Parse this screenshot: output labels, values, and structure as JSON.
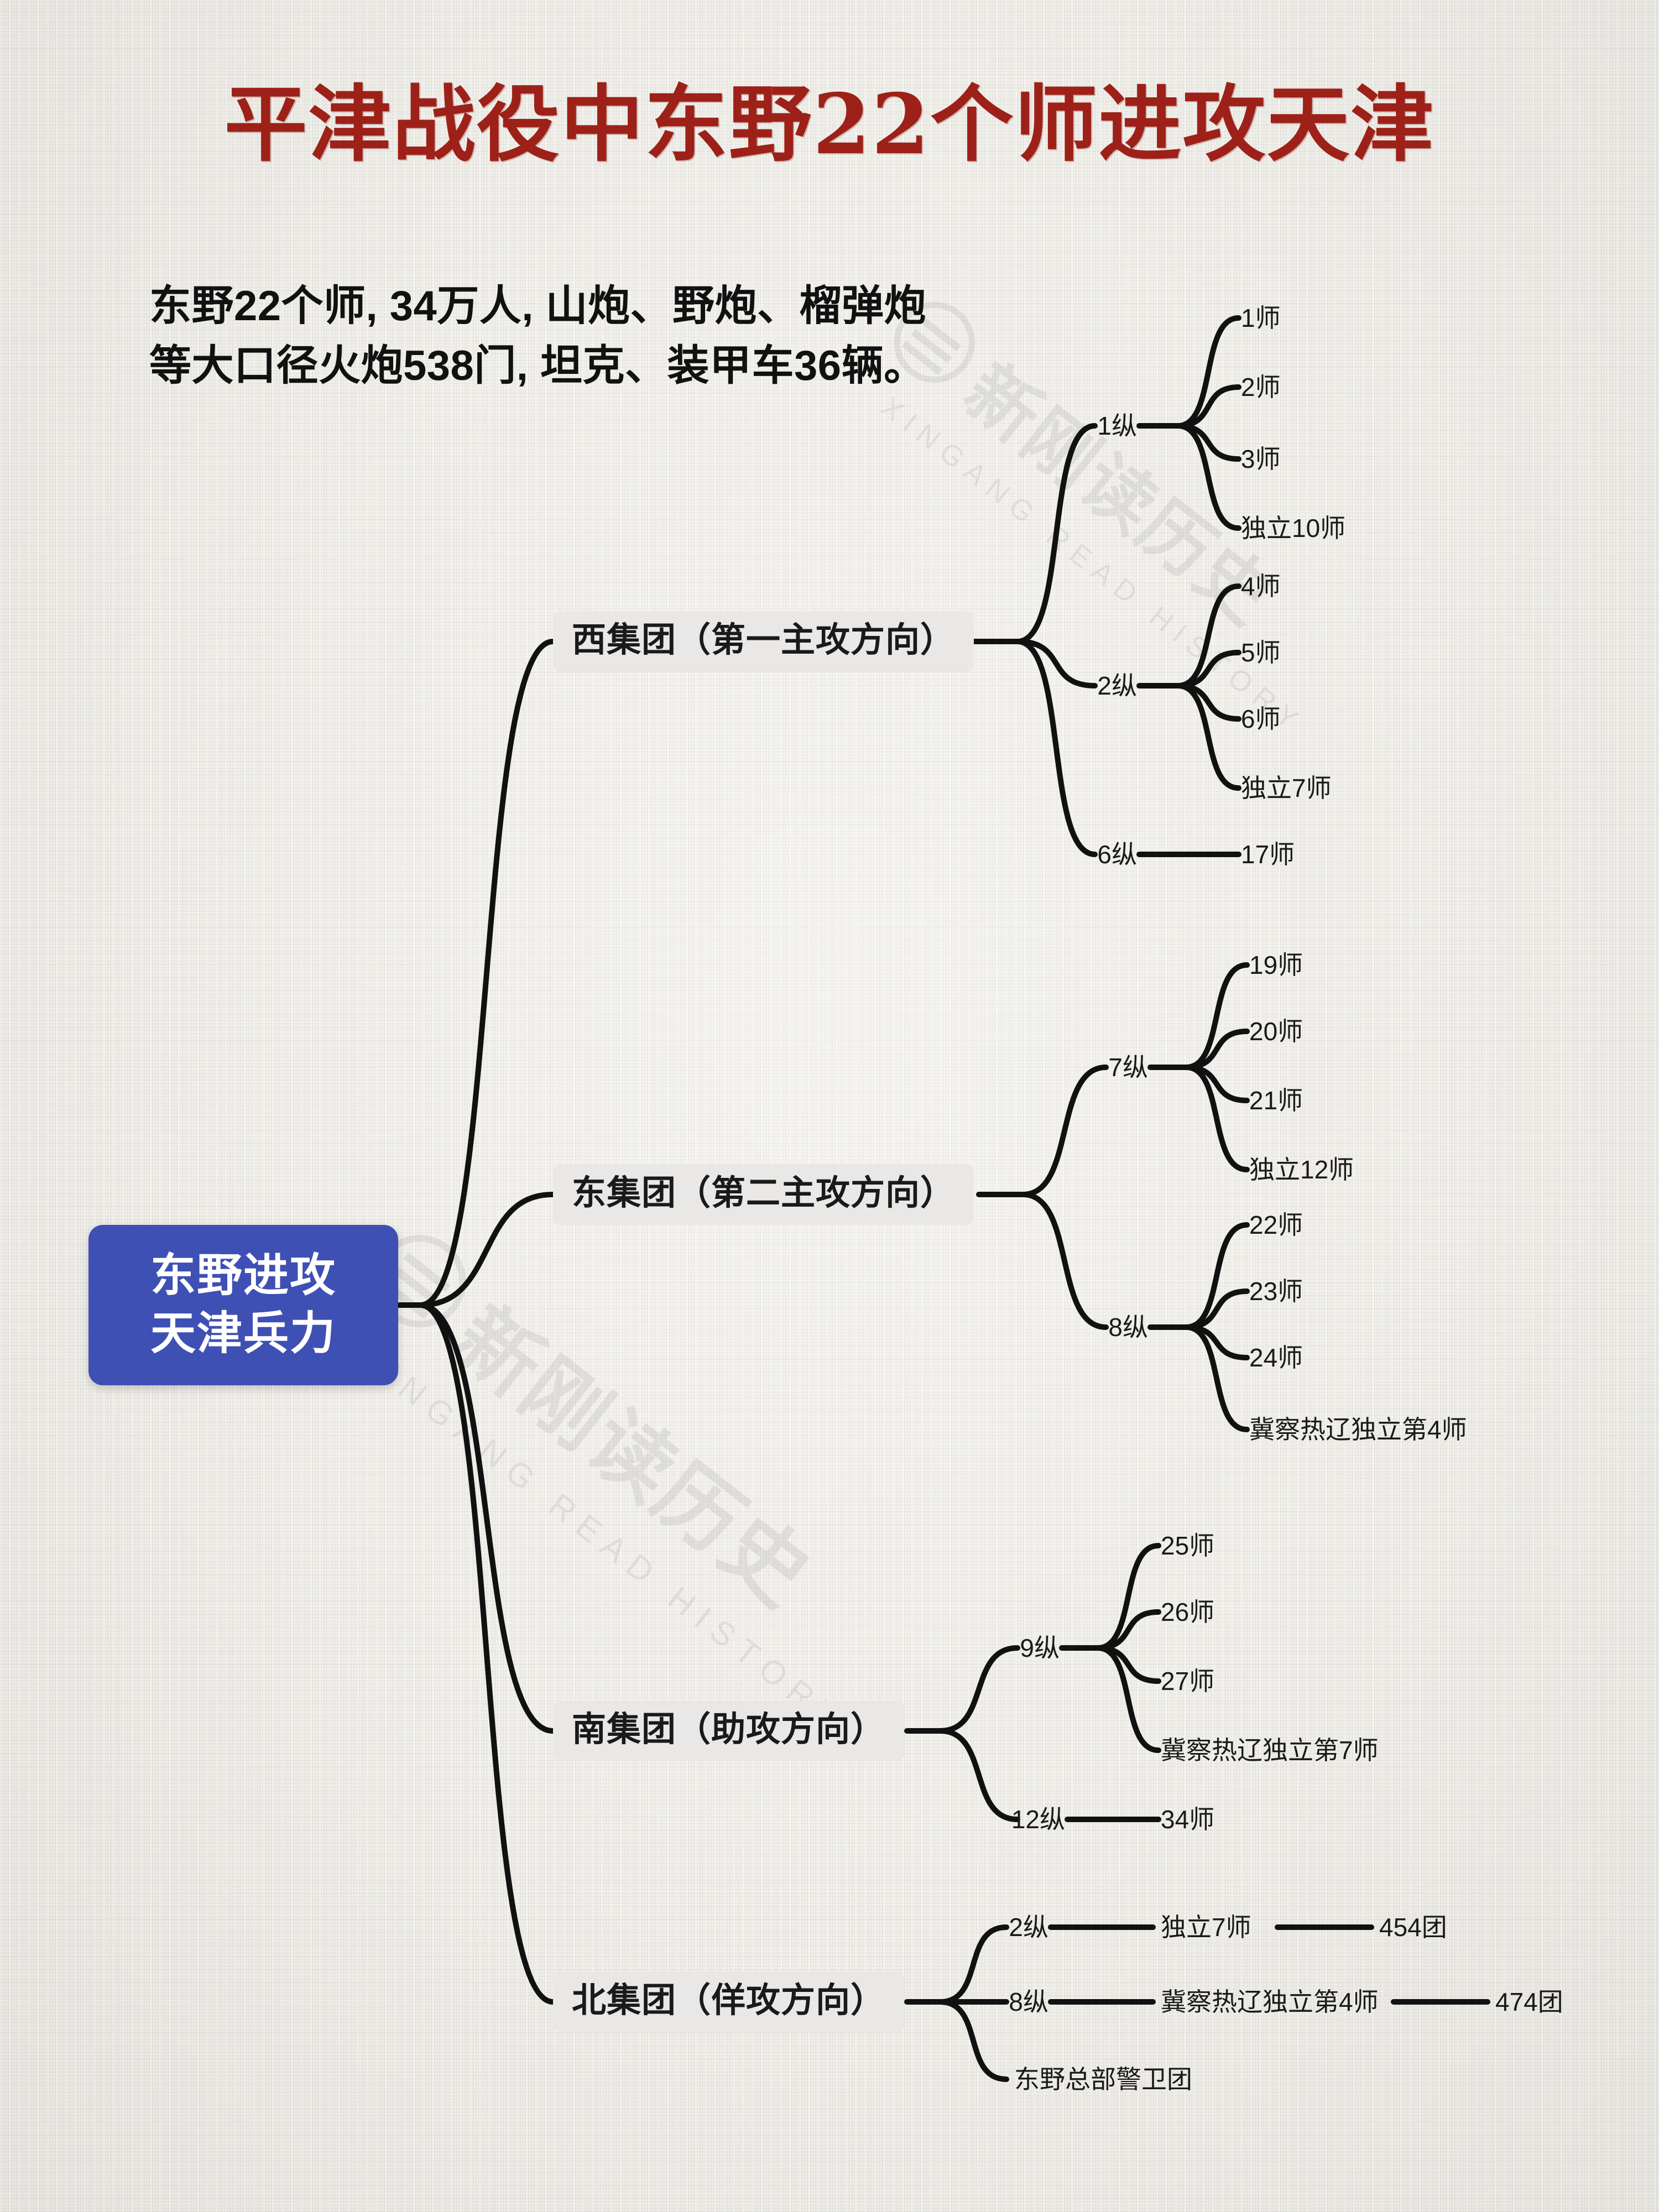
{
  "header": {
    "title": "平津战役中东野22个师进攻天津",
    "title_color": "#9d2118",
    "intro": "东野22个师, 34万人, 山炮、野炮、榴弹炮等大口径火炮538门, 坦克、装甲车36辆。"
  },
  "watermark": {
    "cn": "新刚读历史",
    "en": "XINGANG READ HISTORY"
  },
  "mindmap": {
    "root": {
      "line1": "东野进攻",
      "line2": "天津兵力",
      "color": "#3e50b4"
    },
    "groups": [
      {
        "label": "西集团（第一主攻方向）",
        "corps": [
          {
            "label": "1纵",
            "units": [
              "1师",
              "2师",
              "3师",
              "独立10师"
            ]
          },
          {
            "label": "2纵",
            "units": [
              "4师",
              "5师",
              "6师",
              "独立7师"
            ]
          },
          {
            "label": "6纵",
            "units": [
              "17师"
            ]
          }
        ]
      },
      {
        "label": "东集团（第二主攻方向）",
        "corps": [
          {
            "label": "7纵",
            "units": [
              "19师",
              "20师",
              "21师",
              "独立12师"
            ]
          },
          {
            "label": "8纵",
            "units": [
              "22师",
              "23师",
              "24师",
              "冀察热辽独立第4师"
            ]
          }
        ]
      },
      {
        "label": "南集团（助攻方向）",
        "corps": [
          {
            "label": "9纵",
            "units": [
              "25师",
              "26师",
              "27师",
              "冀察热辽独立第7师"
            ]
          },
          {
            "label": "12纵",
            "units": [
              "34师"
            ]
          }
        ]
      },
      {
        "label": "北集团（佯攻方向）",
        "corps": [
          {
            "label": "2纵",
            "units": [
              "独立7师"
            ],
            "sub": [
              "454团"
            ]
          },
          {
            "label": "8纵",
            "units": [
              "冀察热辽独立第4师"
            ],
            "sub": [
              "474团"
            ]
          },
          {
            "label": "东野总部警卫团",
            "units": []
          }
        ]
      }
    ]
  },
  "labels": {
    "g0": "西集团（第一主攻方向）",
    "g1": "东集团（第二主攻方向）",
    "g2": "南集团（助攻方向）",
    "g3": "北集团（佯攻方向）",
    "c_1z": "1纵",
    "c_2z": "2纵",
    "c_6z": "6纵",
    "c_7z": "7纵",
    "c_8z": "8纵",
    "c_9z": "9纵",
    "c_12z": "12纵",
    "c_n2z": "2纵",
    "c_n8z": "8纵",
    "c_ngd": "东野总部警卫团",
    "u1": "1师",
    "u2": "2师",
    "u3": "3师",
    "u4": "独立10师",
    "u5": "4师",
    "u6": "5师",
    "u7": "6师",
    "u8": "独立7师",
    "u9": "17师",
    "u10": "19师",
    "u11": "20师",
    "u12": "21师",
    "u13": "独立12师",
    "u14": "22师",
    "u15": "23师",
    "u16": "24师",
    "u17": "冀察热辽独立第4师",
    "u18": "25师",
    "u19": "26师",
    "u20": "27师",
    "u21": "冀察热辽独立第7师",
    "u22": "34师",
    "u23": "独立7师",
    "u24": "454团",
    "u25": "冀察热辽独立第4师",
    "u26": "474团"
  }
}
